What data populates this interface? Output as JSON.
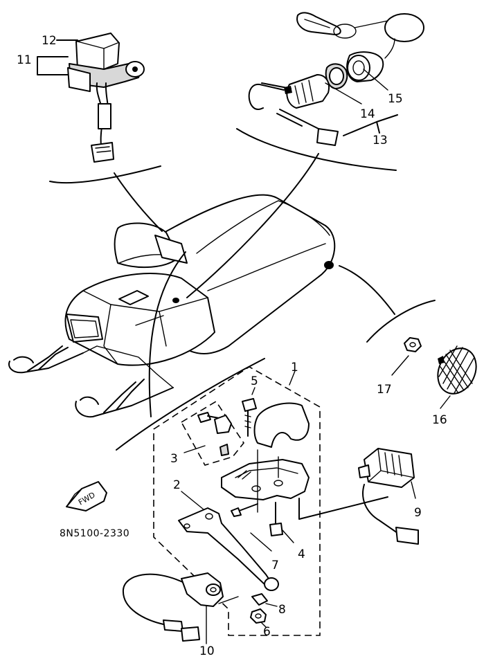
{
  "diagram": {
    "part_code": "8N5100-2330",
    "direction_label": "FWD",
    "callouts": [
      {
        "id": "1",
        "text": "1"
      },
      {
        "id": "2",
        "text": "2"
      },
      {
        "id": "3",
        "text": "3"
      },
      {
        "id": "4",
        "text": "4"
      },
      {
        "id": "5",
        "text": "5"
      },
      {
        "id": "6",
        "text": "6"
      },
      {
        "id": "7",
        "text": "7"
      },
      {
        "id": "8",
        "text": "8"
      },
      {
        "id": "9",
        "text": "9"
      },
      {
        "id": "10",
        "text": "10"
      },
      {
        "id": "11",
        "text": "11"
      },
      {
        "id": "12",
        "text": "12"
      },
      {
        "id": "13",
        "text": "13"
      },
      {
        "id": "14",
        "text": "14"
      },
      {
        "id": "15",
        "text": "15"
      },
      {
        "id": "16",
        "text": "16"
      },
      {
        "id": "17",
        "text": "17"
      }
    ]
  }
}
